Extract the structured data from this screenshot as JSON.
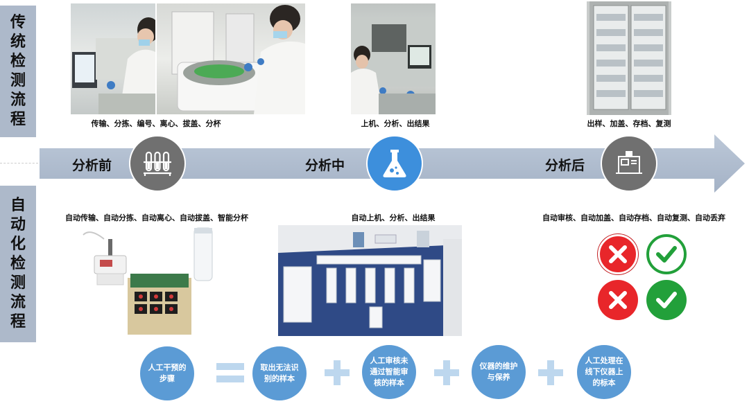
{
  "side_labels": {
    "traditional": "传统检测流程",
    "automated": "自动化检测流程"
  },
  "traditional_captions": {
    "pre": "传输、分拣、编号、离心、拔盖、分杯",
    "mid": "上机、分析、出结果",
    "post": "出样、加盖、存档、复测"
  },
  "stages": {
    "pre": "分析前",
    "mid": "分析中",
    "post": "分析后"
  },
  "automated_captions": {
    "pre": "自动传输、自动分拣、自动离心、自动拔盖、智能分杯",
    "mid": "自动上机、分析、出结果",
    "post": "自动审核、自动加盖、自动存档、自动复测、自动丢弃"
  },
  "bottom": {
    "start": "人工干预的步骤",
    "items": [
      "取出无法识别的样本",
      "人工审核未通过智能审核的样本",
      "仪器的维护与保养",
      "人工处理在线下仪器上的标本"
    ]
  },
  "colors": {
    "arrow": "#b0bdd0",
    "side_label": "#adb9ca",
    "stage_circle_gray": "#707070",
    "stage_circle_blue": "#3d8fdc",
    "bubble": "#5b9bd5",
    "operator": "#bdd7ee",
    "red_x": "#e8262a",
    "green_check": "#22a03a"
  },
  "icons": {
    "pre": "test-tubes-icon",
    "mid": "flask-icon",
    "post": "lab-instrument-icon"
  }
}
